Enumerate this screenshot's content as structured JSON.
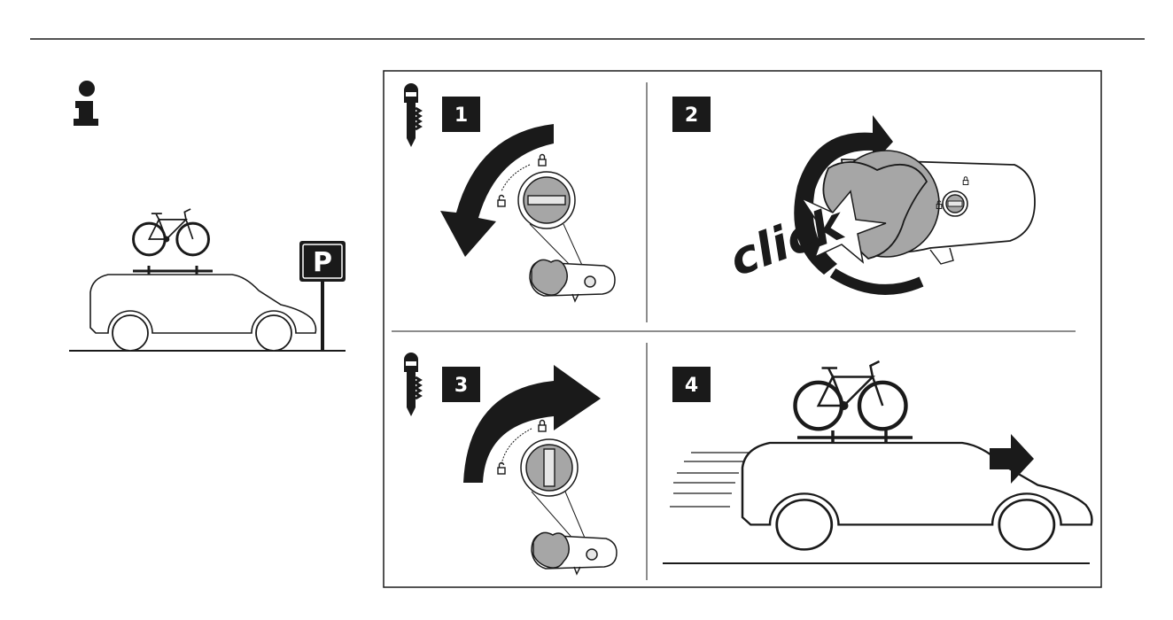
{
  "steps": [
    {
      "number": "1"
    },
    {
      "number": "2"
    },
    {
      "number": "3"
    },
    {
      "number": "4"
    }
  ],
  "parking_sign": "P",
  "click_word": "click",
  "icons": [
    "info-icon",
    "key-icon",
    "lock-icon",
    "unlock-icon",
    "bicycle-icon",
    "car-icon",
    "parking-sign-icon",
    "arrow-right-icon"
  ],
  "colors": {
    "ink": "#1a1a1a",
    "gray_fill": "#a6a6a6",
    "light_fill": "#e6e6e6"
  }
}
